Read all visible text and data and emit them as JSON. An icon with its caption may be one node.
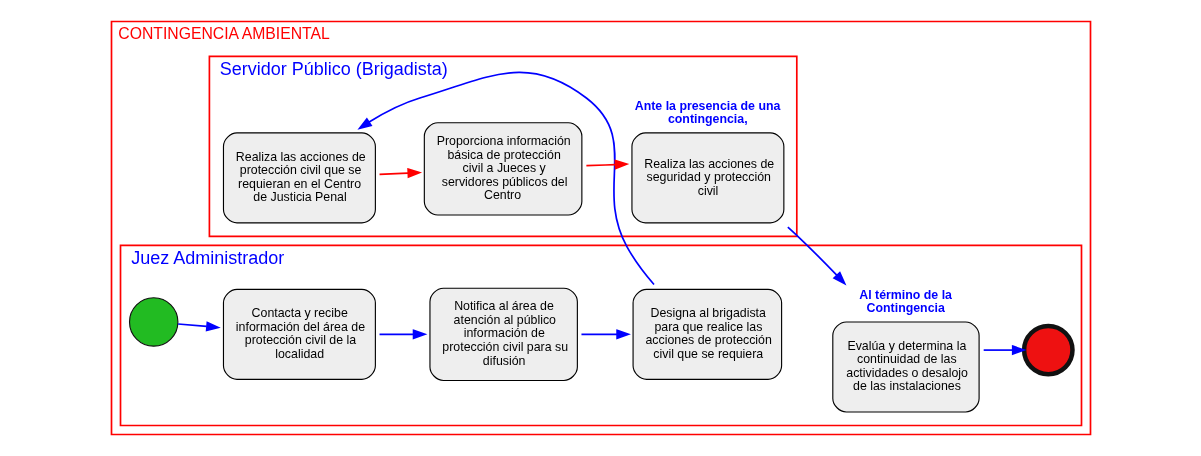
{
  "diagram": {
    "nodes": [
      {
        "text": [
          "CONTINGENCIA AMBIENTAL"
        ]
      },
      {
        "text": [
          "Juez Administrador"
        ],
        "in": 0
      },
      {
        "text": [
          "Servidor Público (Brigadista)"
        ],
        "in": 0
      },
      {
        "text": [],
        "shape": "circle",
        "in": 1
      },
      {
        "text": [
          "Contacta y recibe información del área de protección civil de la localidad"
        ],
        "in": 1
      },
      {
        "text": [
          "Notifica al área de atención al público información de protección civil para su difusión"
        ],
        "in": 1
      },
      {
        "text": [
          "Designa al brigadista para que realice las acciones de protección civil que se requiera"
        ],
        "in": 1
      },
      {
        "text": [
          "Evalúa y determina la continuidad de las actividades o desalojo de las instalaciones"
        ],
        "in": 1,
        "beside": [
          "Al término de la Contingencia"
        ]
      },
      {
        "text": [],
        "shape": "circle",
        "in": 1
      },
      {
        "text": [
          "Realiza las acciones de protección civil que se requieran en el Centro de Justicia Penal"
        ],
        "in": 2
      },
      {
        "text": [
          "Proporciona información básica de protección civil a Jueces y servidores públicos del Centro"
        ],
        "in": 2
      },
      {
        "text": [
          "Realiza las acciones de seguridad y protección civil"
        ],
        "in": 2,
        "beside": [
          "Ante la presencia de una contingencia,"
        ]
      }
    ],
    "edges": [
      {
        "from": 3,
        "to": 4,
        "arrow": "to"
      },
      {
        "from": 4,
        "to": 5,
        "arrow": "to"
      },
      {
        "from": 5,
        "to": 6,
        "arrow": "to"
      },
      {
        "from": 6,
        "to": 9,
        "arrow": "to"
      },
      {
        "from": 9,
        "to": 10,
        "arrow": "to",
        "color": "#ff0000"
      },
      {
        "from": 10,
        "to": 11,
        "arrow": "to",
        "color": "#ff0000"
      },
      {
        "from": 11,
        "to": 7,
        "arrow": "to"
      },
      {
        "from": 7,
        "to": 8,
        "arrow": "to"
      }
    ]
  }
}
